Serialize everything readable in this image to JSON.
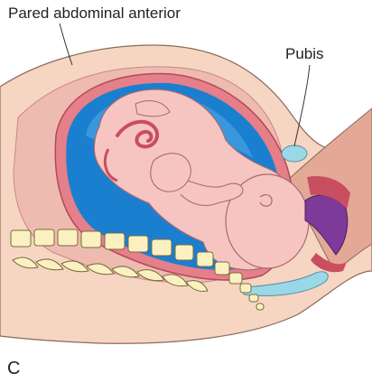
{
  "labels": {
    "abdominal_wall": "Pared abdominal anterior",
    "pubis": "Pubis"
  },
  "panel_letter": "C",
  "colors": {
    "skin": "#f6d6c2",
    "uterus": "#e57f89",
    "uterus_dark": "#c94e5f",
    "amniotic": "#1b7fd0",
    "fetus": "#f7c5c1",
    "fetus_line": "#a86a6e",
    "vertebra": "#fbf1c0",
    "cervix": "#7d3a98",
    "bladder": "#9ad8e8"
  }
}
